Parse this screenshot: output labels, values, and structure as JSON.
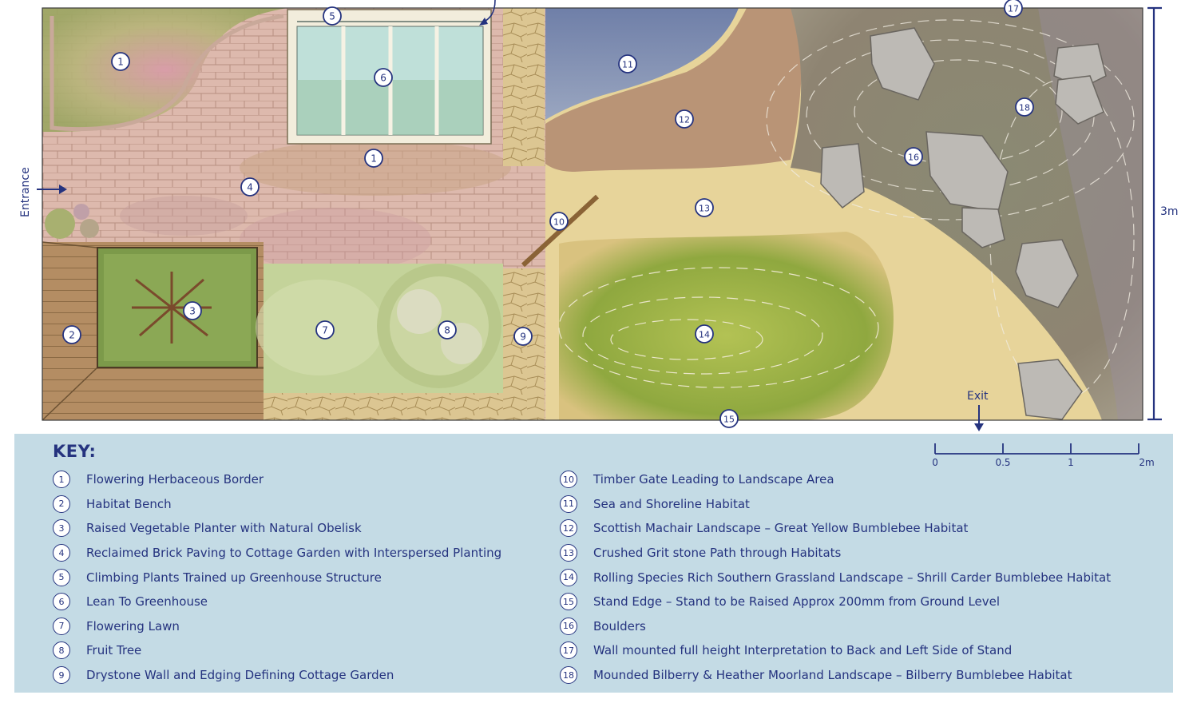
{
  "plan": {
    "entrance_label": "Entrance",
    "exit_label": "Exit",
    "dimension_label": "3m",
    "markers": [
      "1",
      "5",
      "6",
      "1",
      "11",
      "12",
      "4",
      "10",
      "13",
      "2",
      "3",
      "7",
      "8",
      "9",
      "14",
      "15",
      "16",
      "17",
      "18"
    ]
  },
  "key": {
    "title": "KEY:",
    "items": [
      {
        "num": "1",
        "label": "Flowering Herbaceous Border"
      },
      {
        "num": "2",
        "label": "Habitat Bench"
      },
      {
        "num": "3",
        "label": "Raised Vegetable Planter with Natural Obelisk"
      },
      {
        "num": "4",
        "label": "Reclaimed Brick Paving to Cottage Garden with Interspersed Planting"
      },
      {
        "num": "5",
        "label": "Climbing Plants Trained up Greenhouse Structure"
      },
      {
        "num": "6",
        "label": "Lean To Greenhouse"
      },
      {
        "num": "7",
        "label": "Flowering Lawn"
      },
      {
        "num": "8",
        "label": "Fruit Tree"
      },
      {
        "num": "9",
        "label": "Drystone Wall and Edging Defining Cottage Garden"
      },
      {
        "num": "10",
        "label": "Timber Gate Leading to Landscape Area"
      },
      {
        "num": "11",
        "label": "Sea and Shoreline Habitat"
      },
      {
        "num": "12",
        "label": "Scottish Machair Landscape – Great Yellow Bumblebee Habitat"
      },
      {
        "num": "13",
        "label": "Crushed Grit stone Path through Habitats"
      },
      {
        "num": "14",
        "label": "Rolling Species Rich Southern Grassland Landscape – Shrill Carder Bumblebee Habitat"
      },
      {
        "num": "15",
        "label": "Stand Edge – Stand to be Raised Approx 200mm from Ground Level"
      },
      {
        "num": "16",
        "label": "Boulders"
      },
      {
        "num": "17",
        "label": "Wall mounted full height Interpretation to Back and Left Side of Stand"
      },
      {
        "num": "18",
        "label": "Mounded Bilberry & Heather Moorland Landscape – Bilberry Bumblebee Habitat"
      }
    ]
  },
  "scale": {
    "ticks": [
      "0",
      "0.5",
      "1",
      "2m"
    ]
  },
  "colors": {
    "accent": "#25337f",
    "key_background": "#c4dbe5"
  }
}
